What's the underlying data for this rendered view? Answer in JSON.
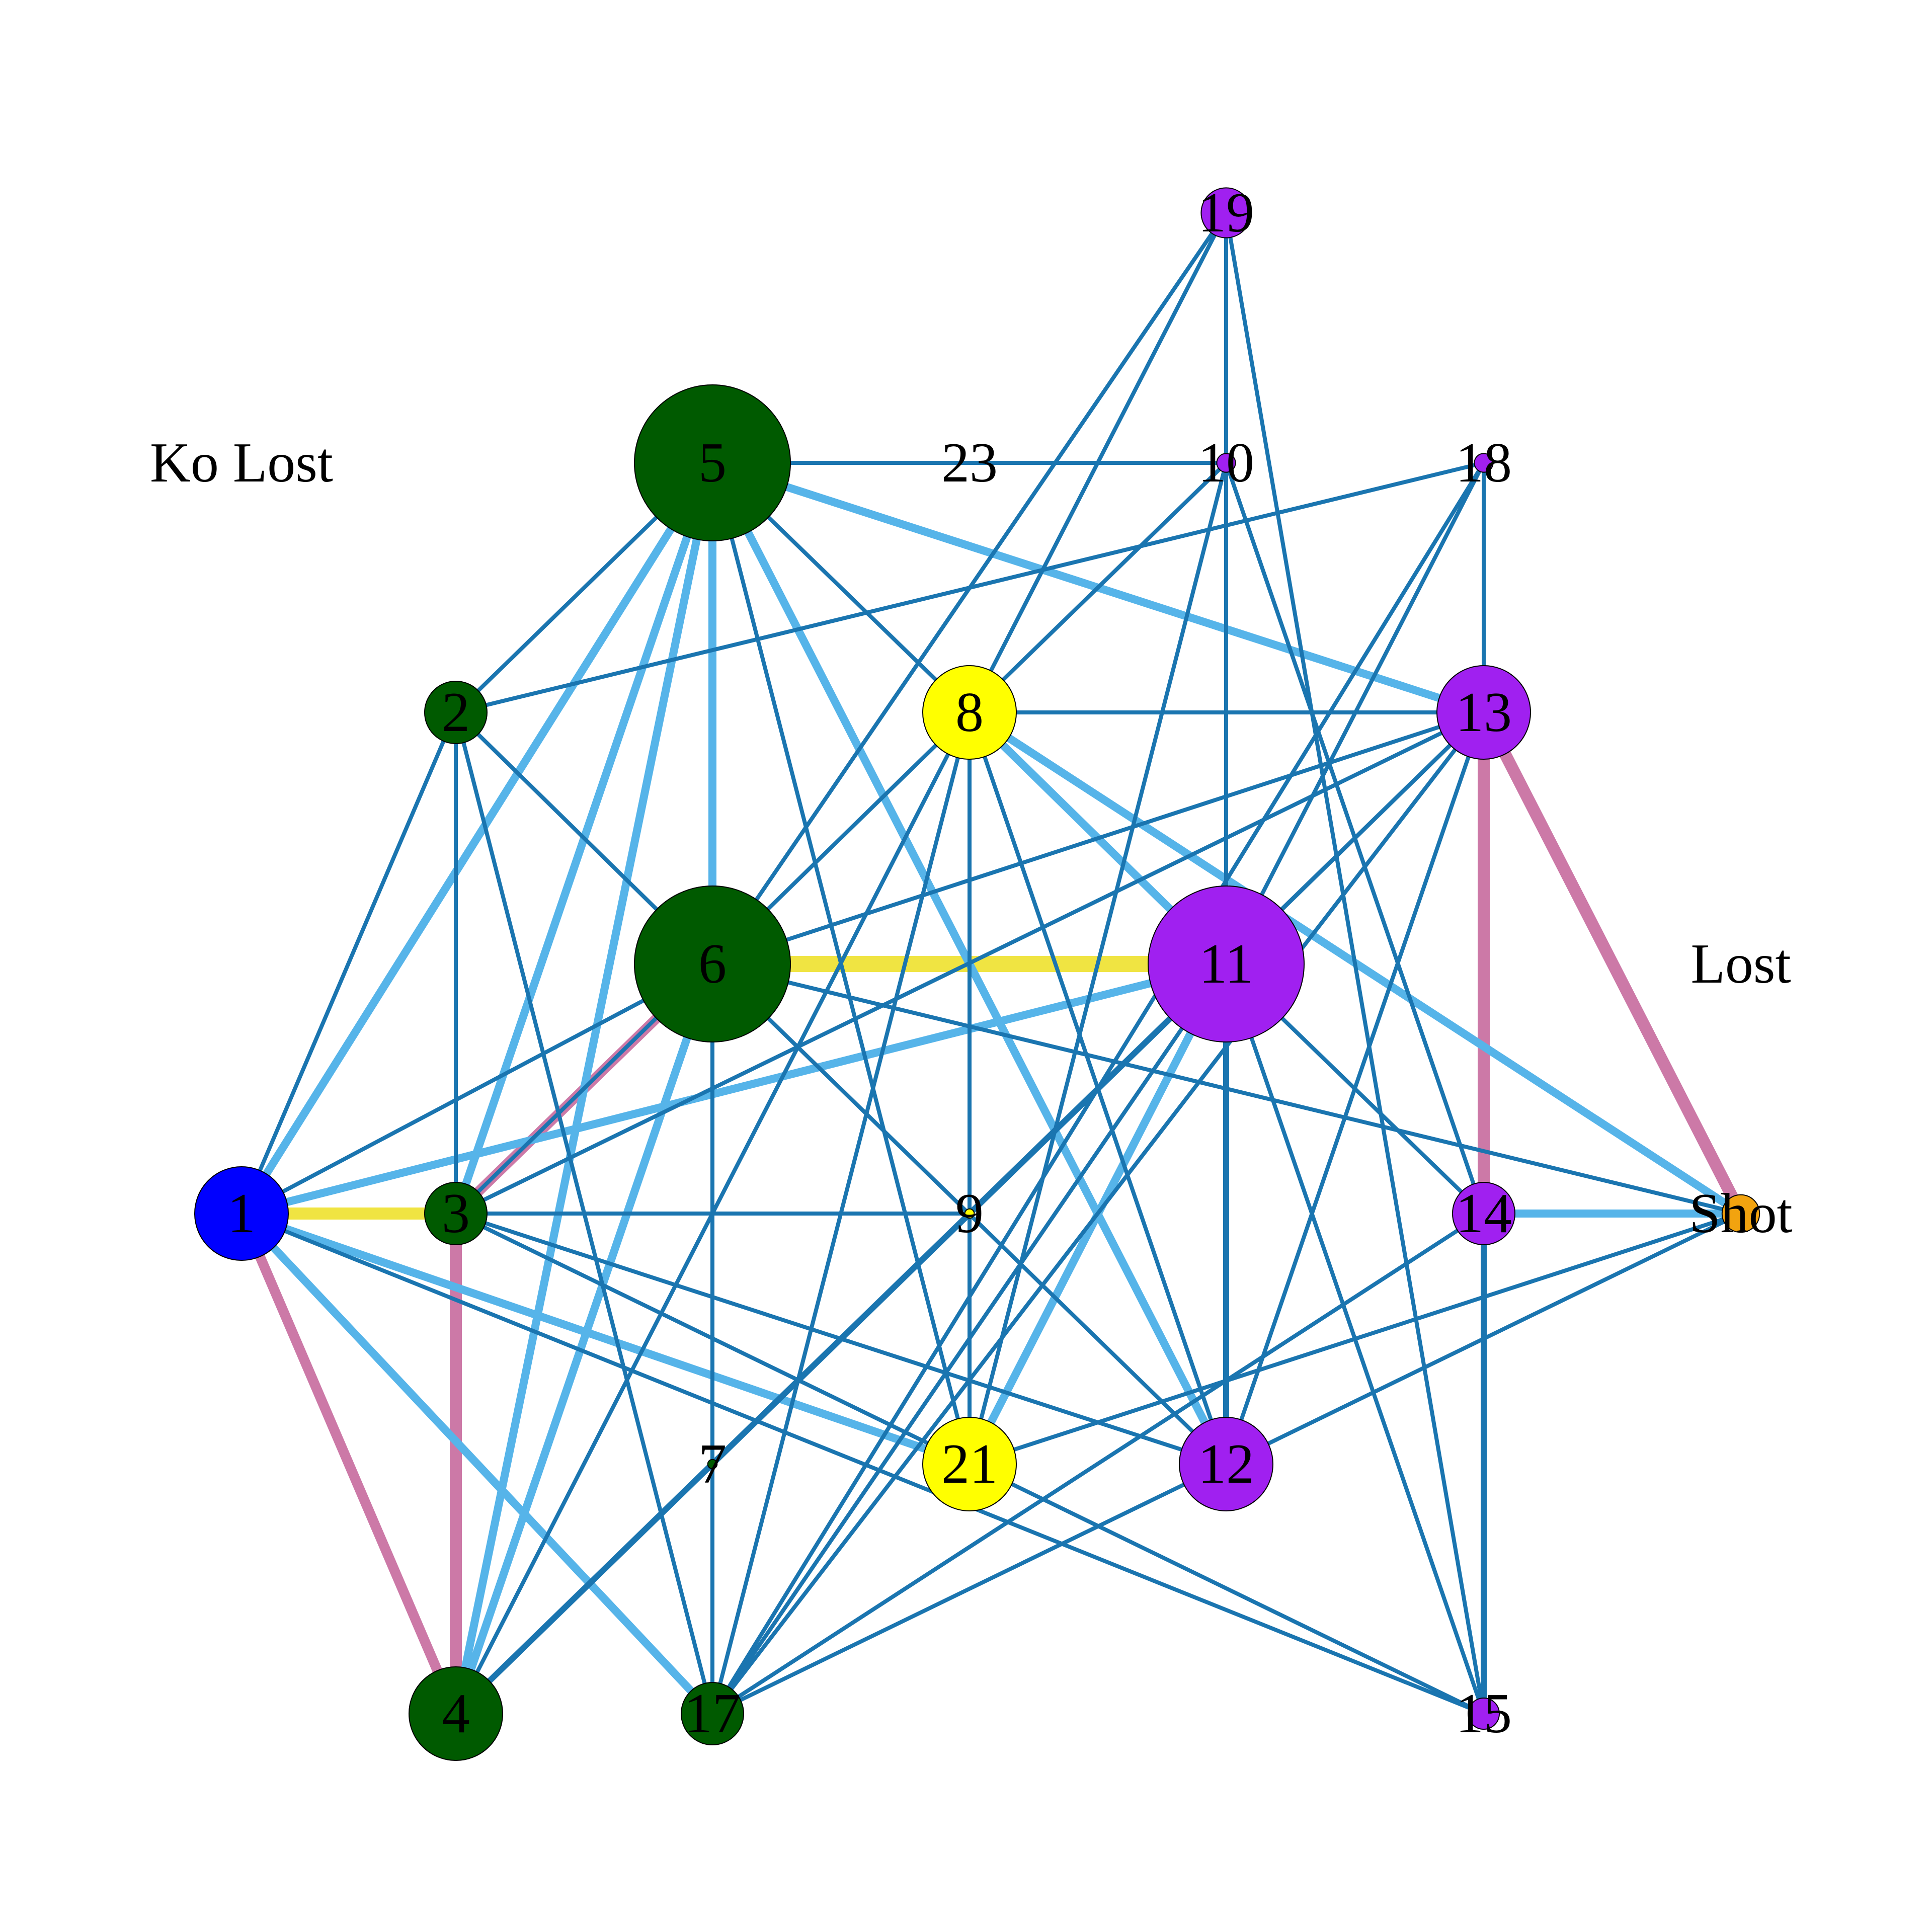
{
  "colors": {
    "dark-green": "#005a00",
    "blue": "#0000ff",
    "yellow": "#ffff00",
    "purple": "#a020f0",
    "orange": "#f2a30f",
    "edge-blue": "#1a75b0",
    "edge-light-blue": "#56b4e9",
    "edge-pink": "#cc79a7",
    "edge-yellow": "#f0e442",
    "outline": "#000000"
  },
  "nodes": [
    {
      "id": "1",
      "label": "1",
      "color": "blue",
      "size": 3
    },
    {
      "id": "2",
      "label": "2",
      "color": "dark-green",
      "size": 2
    },
    {
      "id": "3",
      "label": "3",
      "color": "dark-green",
      "size": 2
    },
    {
      "id": "4",
      "label": "4",
      "color": "dark-green",
      "size": 3
    },
    {
      "id": "5",
      "label": "5",
      "color": "dark-green",
      "size": 5
    },
    {
      "id": "6",
      "label": "6",
      "color": "dark-green",
      "size": 5
    },
    {
      "id": "7",
      "label": "7",
      "color": "dark-green",
      "size": 0.3
    },
    {
      "id": "8",
      "label": "8",
      "color": "yellow",
      "size": 3
    },
    {
      "id": "9",
      "label": "9",
      "color": "yellow",
      "size": 0.3
    },
    {
      "id": "10",
      "label": "10",
      "color": "purple",
      "size": 0.6
    },
    {
      "id": "11",
      "label": "11",
      "color": "purple",
      "size": 5
    },
    {
      "id": "12",
      "label": "12",
      "color": "purple",
      "size": 3
    },
    {
      "id": "13",
      "label": "13",
      "color": "purple",
      "size": 3
    },
    {
      "id": "14",
      "label": "14",
      "color": "purple",
      "size": 2
    },
    {
      "id": "15",
      "label": "15",
      "color": "purple",
      "size": 1
    },
    {
      "id": "17",
      "label": "17",
      "color": "dark-green",
      "size": 2
    },
    {
      "id": "18",
      "label": "18",
      "color": "purple",
      "size": 0.6
    },
    {
      "id": "19",
      "label": "19",
      "color": "purple",
      "size": 1.6
    },
    {
      "id": "21",
      "label": "21",
      "color": "yellow",
      "size": 3
    },
    {
      "id": "23",
      "label": "23",
      "color": "none",
      "size": 0
    },
    {
      "id": "Shot",
      "label": "Shot",
      "color": "orange",
      "size": 1.2
    },
    {
      "id": "Lost",
      "label": "Lost",
      "color": "none",
      "size": 0
    },
    {
      "id": "Ko Lost",
      "label": "Ko Lost",
      "color": "none",
      "size": 0
    }
  ],
  "edges": [
    {
      "source": "6",
      "target": "11",
      "color": "edge-yellow",
      "weight": 4
    },
    {
      "source": "1",
      "target": "3",
      "color": "edge-yellow",
      "weight": 3
    },
    {
      "source": "13",
      "target": "Shot",
      "color": "edge-pink",
      "weight": 3
    },
    {
      "source": "13",
      "target": "14",
      "color": "edge-pink",
      "weight": 3
    },
    {
      "source": "3",
      "target": "4",
      "color": "edge-pink",
      "weight": 3
    },
    {
      "source": "1",
      "target": "4",
      "color": "edge-pink",
      "weight": 2.5
    },
    {
      "source": "6",
      "target": "3",
      "color": "edge-pink",
      "weight": 2.5
    },
    {
      "source": "5",
      "target": "1",
      "color": "edge-light-blue",
      "weight": 2
    },
    {
      "source": "5",
      "target": "4",
      "color": "edge-light-blue",
      "weight": 2
    },
    {
      "source": "5",
      "target": "3",
      "color": "edge-light-blue",
      "weight": 2
    },
    {
      "source": "5",
      "target": "6",
      "color": "edge-light-blue",
      "weight": 2
    },
    {
      "source": "5",
      "target": "12",
      "color": "edge-light-blue",
      "weight": 2
    },
    {
      "source": "5",
      "target": "13",
      "color": "edge-light-blue",
      "weight": 2
    },
    {
      "source": "8",
      "target": "11",
      "color": "edge-light-blue",
      "weight": 2
    },
    {
      "source": "8",
      "target": "Shot",
      "color": "edge-light-blue",
      "weight": 2
    },
    {
      "source": "1",
      "target": "11",
      "color": "edge-light-blue",
      "weight": 2
    },
    {
      "source": "1",
      "target": "21",
      "color": "edge-light-blue",
      "weight": 2
    },
    {
      "source": "1",
      "target": "17",
      "color": "edge-light-blue",
      "weight": 2
    },
    {
      "source": "6",
      "target": "4",
      "color": "edge-light-blue",
      "weight": 2
    },
    {
      "source": "11",
      "target": "21",
      "color": "edge-light-blue",
      "weight": 2
    },
    {
      "source": "14",
      "target": "Shot",
      "color": "edge-light-blue",
      "weight": 2
    },
    {
      "source": "5",
      "target": "23",
      "color": "edge-blue",
      "weight": 1
    },
    {
      "source": "23",
      "target": "10",
      "color": "edge-blue",
      "weight": 1
    },
    {
      "source": "5",
      "target": "2",
      "color": "edge-blue",
      "weight": 1
    },
    {
      "source": "5",
      "target": "8",
      "color": "edge-blue",
      "weight": 1
    },
    {
      "source": "5",
      "target": "21",
      "color": "edge-blue",
      "weight": 1
    },
    {
      "source": "2",
      "target": "1",
      "color": "edge-blue",
      "weight": 1
    },
    {
      "source": "2",
      "target": "3",
      "color": "edge-blue",
      "weight": 1
    },
    {
      "source": "2",
      "target": "6",
      "color": "edge-blue",
      "weight": 1
    },
    {
      "source": "2",
      "target": "17",
      "color": "edge-blue",
      "weight": 1
    },
    {
      "source": "2",
      "target": "18",
      "color": "edge-blue",
      "weight": 1
    },
    {
      "source": "19",
      "target": "10",
      "color": "edge-blue",
      "weight": 1
    },
    {
      "source": "19",
      "target": "6",
      "color": "edge-blue",
      "weight": 1
    },
    {
      "source": "19",
      "target": "8",
      "color": "edge-blue",
      "weight": 1
    },
    {
      "source": "19",
      "target": "15",
      "color": "edge-blue",
      "weight": 1
    },
    {
      "source": "10",
      "target": "11",
      "color": "edge-blue",
      "weight": 1
    },
    {
      "source": "10",
      "target": "8",
      "color": "edge-blue",
      "weight": 1
    },
    {
      "source": "10",
      "target": "21",
      "color": "edge-blue",
      "weight": 1
    },
    {
      "source": "10",
      "target": "14",
      "color": "edge-blue",
      "weight": 1
    },
    {
      "source": "18",
      "target": "13",
      "color": "edge-blue",
      "weight": 1
    },
    {
      "source": "18",
      "target": "11",
      "color": "edge-blue",
      "weight": 1
    },
    {
      "source": "18",
      "target": "17",
      "color": "edge-blue",
      "weight": 1
    },
    {
      "source": "8",
      "target": "13",
      "color": "edge-blue",
      "weight": 1
    },
    {
      "source": "8",
      "target": "3",
      "color": "edge-blue",
      "weight": 1
    },
    {
      "source": "8",
      "target": "4",
      "color": "edge-blue",
      "weight": 1
    },
    {
      "source": "8",
      "target": "21",
      "color": "edge-blue",
      "weight": 1
    },
    {
      "source": "8",
      "target": "17",
      "color": "edge-blue",
      "weight": 1
    },
    {
      "source": "8",
      "target": "12",
      "color": "edge-blue",
      "weight": 1
    },
    {
      "source": "13",
      "target": "6",
      "color": "edge-blue",
      "weight": 1
    },
    {
      "source": "13",
      "target": "4",
      "color": "edge-blue",
      "weight": 1
    },
    {
      "source": "13",
      "target": "11",
      "color": "edge-blue",
      "weight": 1
    },
    {
      "source": "13",
      "target": "12",
      "color": "edge-blue",
      "weight": 1
    },
    {
      "source": "13",
      "target": "17",
      "color": "edge-blue",
      "weight": 1
    },
    {
      "source": "6",
      "target": "1",
      "color": "edge-blue",
      "weight": 1
    },
    {
      "source": "6",
      "target": "17",
      "color": "edge-blue",
      "weight": 1
    },
    {
      "source": "6",
      "target": "12",
      "color": "edge-blue",
      "weight": 1
    },
    {
      "source": "6",
      "target": "Shot",
      "color": "edge-blue",
      "weight": 1
    },
    {
      "source": "11",
      "target": "4",
      "color": "edge-blue",
      "weight": 1.5
    },
    {
      "source": "11",
      "target": "12",
      "color": "edge-blue",
      "weight": 1.5
    },
    {
      "source": "11",
      "target": "14",
      "color": "edge-blue",
      "weight": 1
    },
    {
      "source": "11",
      "target": "15",
      "color": "edge-blue",
      "weight": 1
    },
    {
      "source": "11",
      "target": "17",
      "color": "edge-blue",
      "weight": 1
    },
    {
      "source": "3",
      "target": "9",
      "color": "edge-blue",
      "weight": 1
    },
    {
      "source": "3",
      "target": "12",
      "color": "edge-blue",
      "weight": 1
    },
    {
      "source": "3",
      "target": "15",
      "color": "edge-blue",
      "weight": 1
    },
    {
      "source": "3",
      "target": "13",
      "color": "edge-blue",
      "weight": 1
    },
    {
      "source": "1",
      "target": "15",
      "color": "edge-blue",
      "weight": 1
    },
    {
      "source": "14",
      "target": "15",
      "color": "edge-blue",
      "weight": 1.5
    },
    {
      "source": "14",
      "target": "17",
      "color": "edge-blue",
      "weight": 1
    },
    {
      "source": "21",
      "target": "Shot",
      "color": "edge-blue",
      "weight": 1
    },
    {
      "source": "12",
      "target": "17",
      "color": "edge-blue",
      "weight": 1
    },
    {
      "source": "12",
      "target": "Shot",
      "color": "edge-blue",
      "weight": 1
    },
    {
      "source": "8",
      "target": "9",
      "color": "edge-blue",
      "weight": 1
    },
    {
      "source": "7",
      "target": "17",
      "color": "edge-blue",
      "weight": 1
    }
  ]
}
